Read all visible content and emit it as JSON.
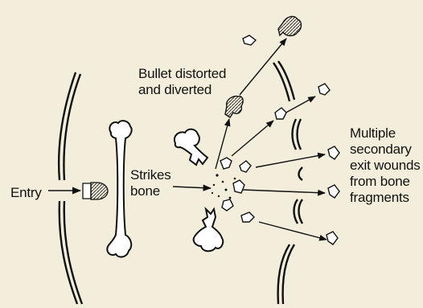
{
  "labels": {
    "entry": "Entry",
    "strikes_bone": "Strikes\nbone",
    "bullet_distorted": "Bullet distorted\nand diverted",
    "multiple_exit": "Multiple\nsecondary\nexit wounds\nfrom bone\nfragments"
  },
  "colors": {
    "background": "#f2eedb",
    "ink": "#111111",
    "fragment_fill": "#ffffff"
  },
  "icons": [
    "skin-entry-line",
    "bullet-icon",
    "long-bone-icon",
    "shattered-bone-upper-icon",
    "shattered-bone-lower-icon",
    "deformed-bullet-icon",
    "bone-fragment-icon",
    "exit-skin-line"
  ]
}
